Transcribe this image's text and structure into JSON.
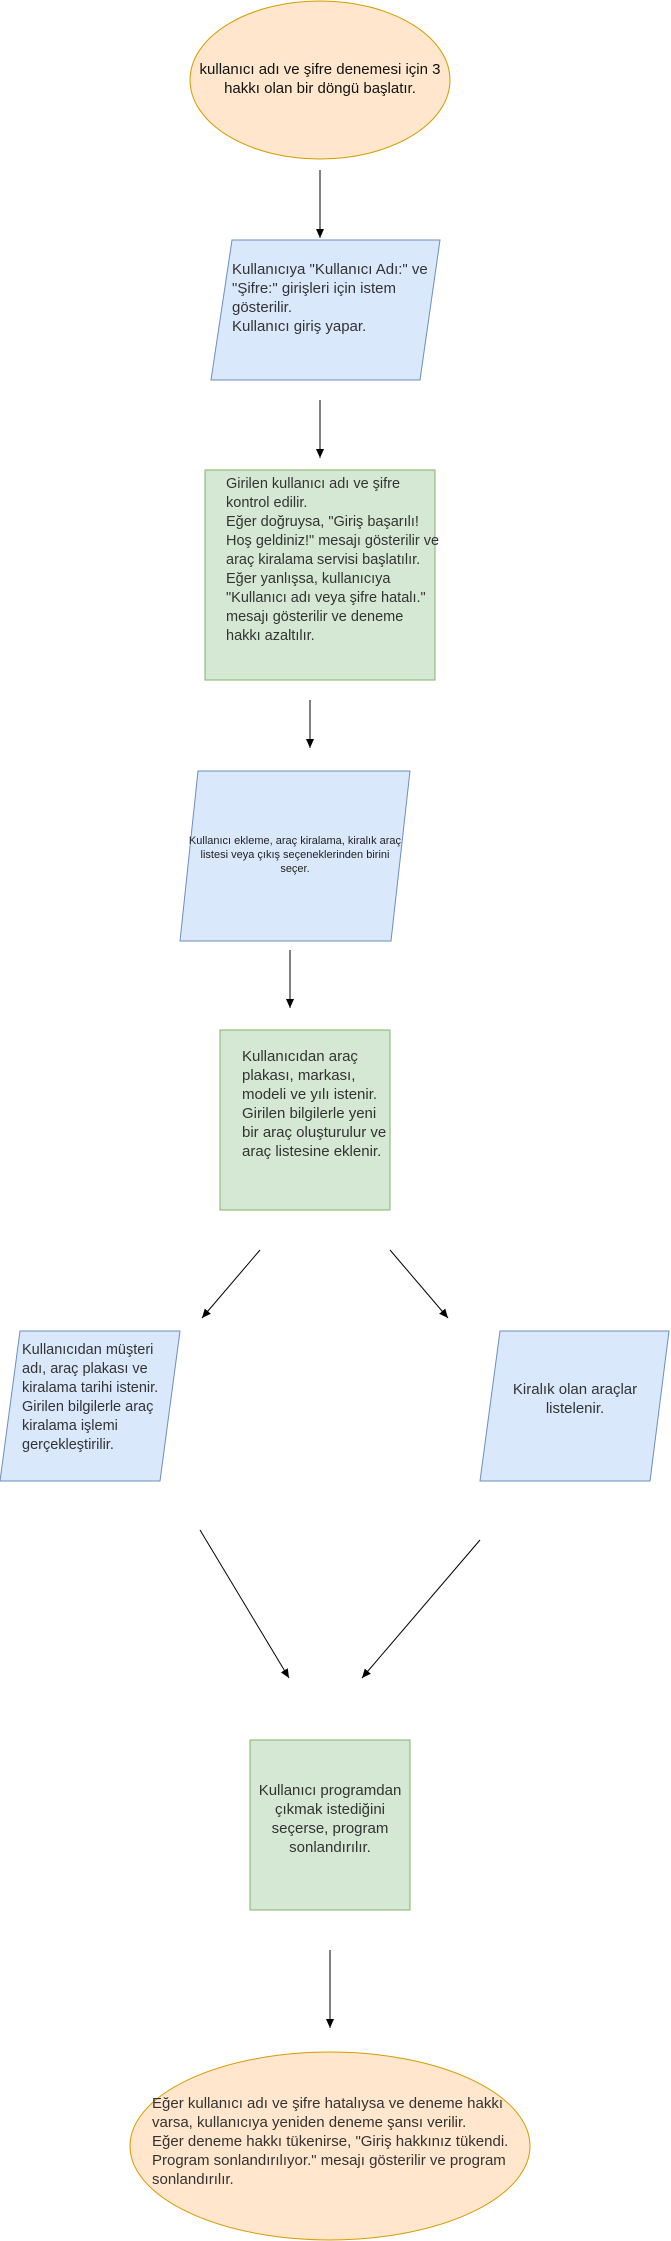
{
  "colors": {
    "ellipse_fill": "#ffe6cc",
    "ellipse_stroke": "#d79b00",
    "parallelogram_fill": "#dae8fc",
    "parallelogram_stroke": "#6c8ebf",
    "rect_fill": "#d5e8d4",
    "rect_stroke": "#82b366",
    "arrow": "#000000"
  },
  "nodes": {
    "start": "kullanıcı adı ve şifre denemesi için 3 hakkı olan bir döngü başlatır.",
    "login_input": "Kullanıcıya \"Kullanıcı Adı:\" ve \"Şifre:\" girişleri için istem gösterilir.\nKullanıcı giriş yapar.",
    "login_check": "Girilen kullanıcı adı ve şifre kontrol edilir.\nEğer doğruysa, \"Giriş başarılı! Hoş geldiniz!\" mesajı gösterilir ve araç kiralama servisi başlatılır.\nEğer yanlışsa, kullanıcıya \"Kullanıcı adı veya şifre hatalı.\" mesajı gösterilir ve deneme hakkı azaltılır.",
    "menu_choice": "Kullanıcı ekleme, araç kiralama, kiralık araç listesi veya çıkış seçeneklerinden birini seçer.",
    "add_vehicle": "Kullanıcıdan araç plakası, markası, modeli ve yılı istenir. Girilen bilgilerle yeni bir araç oluşturulur ve araç listesine eklenir.",
    "rent_vehicle": "Kullanıcıdan müşteri adı, araç plakası ve kiralama tarihi istenir. Girilen bilgilerle araç kiralama işlemi gerçekleştirilir.",
    "list_rented": "Kiralık olan araçlar listelenir.",
    "exit": "Kullanıcı programdan çıkmak istediğini seçerse, program sonlandırılır.",
    "end": "Eğer kullanıcı adı ve şifre hatalıysa ve deneme hakkı varsa, kullanıcıya yeniden deneme şansı verilir.\nEğer deneme hakkı tükenirse, \"Giriş hakkınız tükendi. Program sonlandırılıyor.\" mesajı gösterilir ve program sonlandırılır."
  }
}
